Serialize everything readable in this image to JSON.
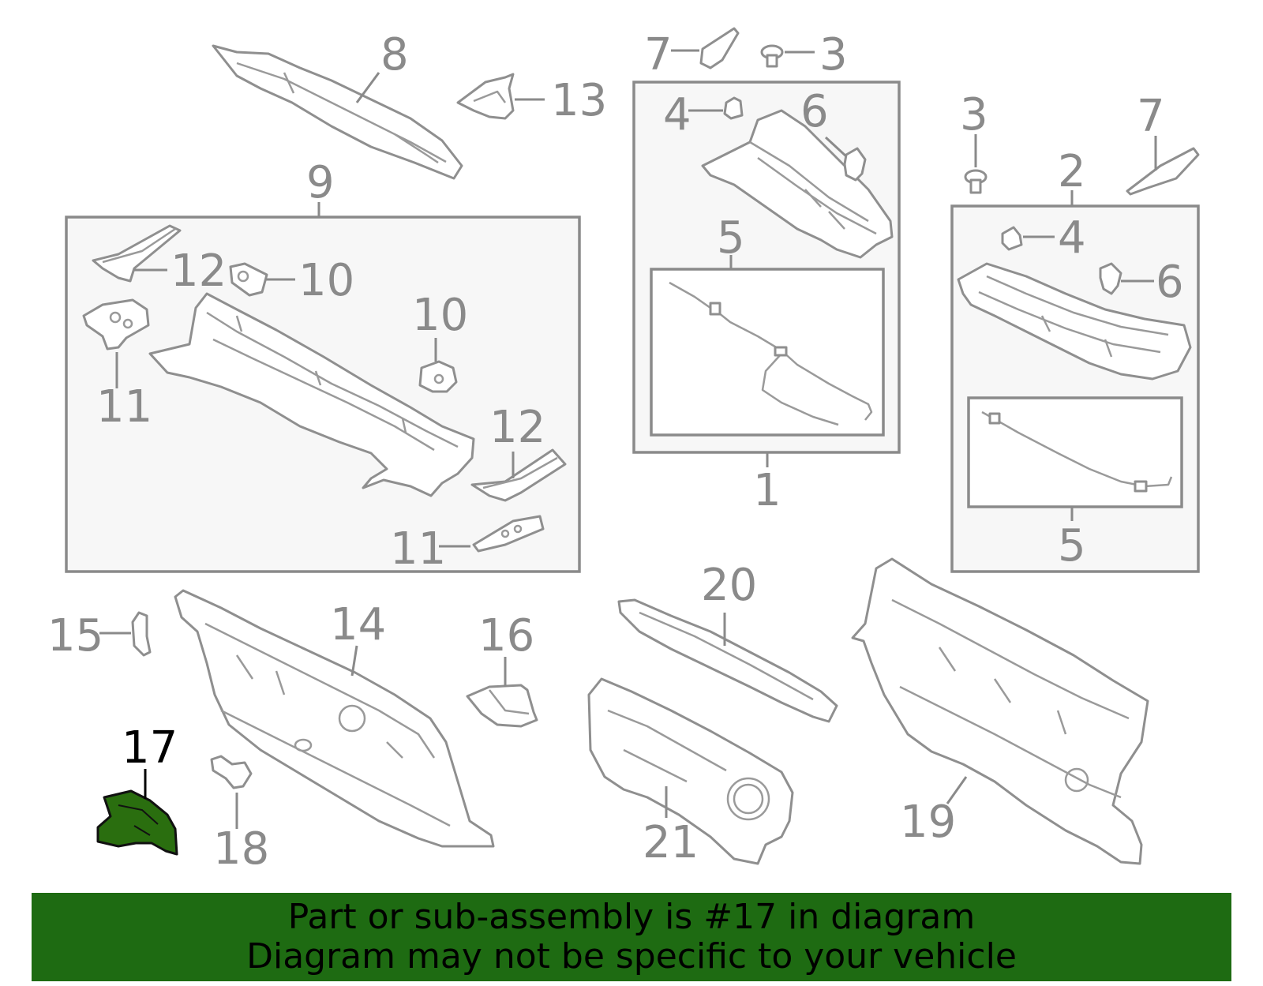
{
  "callouts": {
    "c8": "8",
    "c7a": "7",
    "c3a": "3",
    "c13": "13",
    "c4a": "4",
    "c6a": "6",
    "c5a": "5",
    "c1": "1",
    "c9": "9",
    "c12a": "12",
    "c10a": "10",
    "c11a": "11",
    "c10b": "10",
    "c12b": "12",
    "c11b": "11",
    "c3b": "3",
    "c7b": "7",
    "c2": "2",
    "c4b": "4",
    "c6b": "6",
    "c5b": "5",
    "c15": "15",
    "c14": "14",
    "c16": "16",
    "c17": "17",
    "c18": "18",
    "c20": "20",
    "c21": "21",
    "c19": "19"
  },
  "highlighted_part": "17",
  "colors": {
    "highlight_fill": "#2a6e0f",
    "banner": "#1e6b12",
    "line": "#8f8f8f"
  },
  "banner": {
    "line1": "Part or sub-assembly is #17 in diagram",
    "line2": "Diagram may not be specific to your vehicle"
  }
}
